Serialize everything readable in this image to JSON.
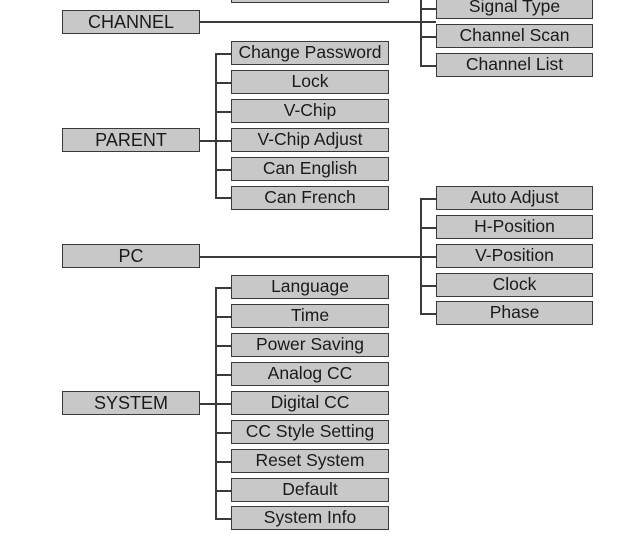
{
  "diagram": {
    "categories": [
      {
        "label": "CHANNEL",
        "items": [
          "Signal Type",
          "Channel Scan",
          "Channel List"
        ]
      },
      {
        "label": "PARENT",
        "items": [
          "Change Password",
          "Lock",
          "V-Chip",
          "V-Chip Adjust",
          "Can English",
          "Can French"
        ]
      },
      {
        "label": "PC",
        "items": [
          "Auto Adjust",
          "H-Position",
          "V-Position",
          "Clock",
          "Phase"
        ]
      },
      {
        "label": "SYSTEM",
        "items": [
          "Language",
          "Time",
          "Power Saving",
          "Analog CC",
          "Digital CC",
          "CC Style Setting",
          "Reset System",
          "Default",
          "System Info"
        ]
      }
    ]
  }
}
